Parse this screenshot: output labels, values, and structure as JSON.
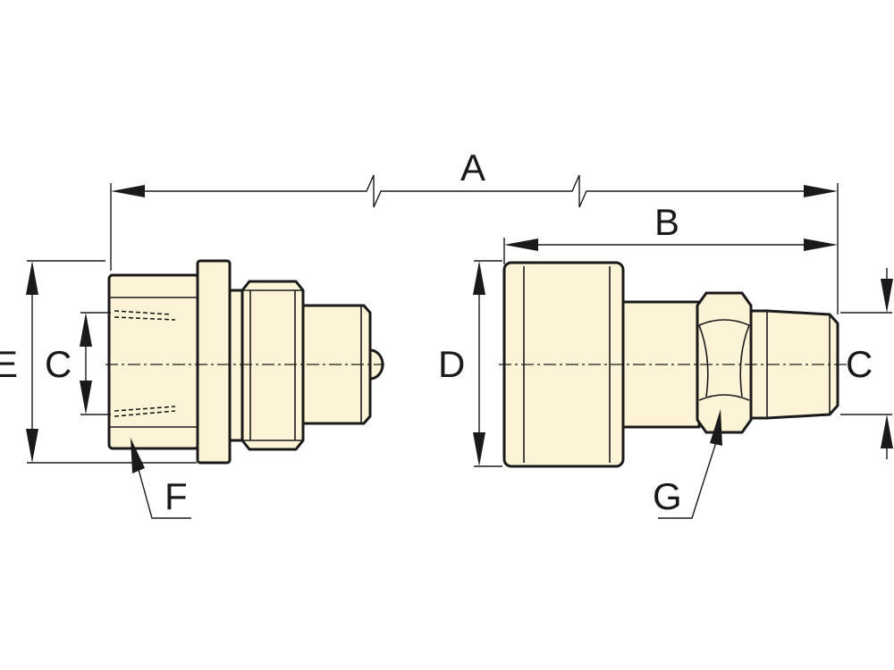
{
  "labels": {
    "a": "A",
    "b": "B",
    "c_left": "C",
    "c_right": "C",
    "d": "D",
    "e": "E",
    "f": "F",
    "g": "G"
  },
  "colors": {
    "part_fill": "#fdf4d8",
    "line": "#1a1a1a",
    "background": "#ffffff"
  }
}
